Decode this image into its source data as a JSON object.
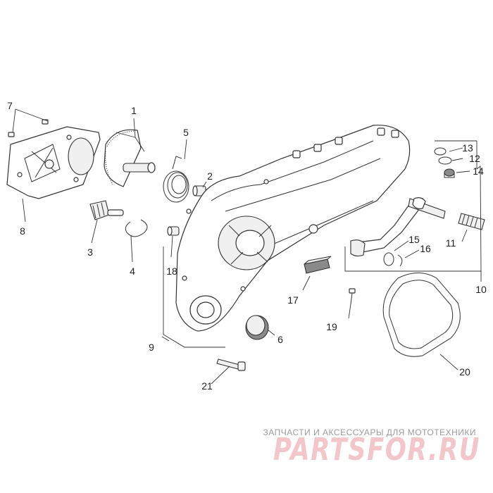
{
  "diagram": {
    "callouts": [
      {
        "id": "c1",
        "text": "1"
      },
      {
        "id": "c2",
        "text": "2"
      },
      {
        "id": "c3",
        "text": "3"
      },
      {
        "id": "c4",
        "text": "4"
      },
      {
        "id": "c5",
        "text": "5"
      },
      {
        "id": "c6",
        "text": "6"
      },
      {
        "id": "c7",
        "text": "7"
      },
      {
        "id": "c8",
        "text": "8"
      },
      {
        "id": "c9",
        "text": "9"
      },
      {
        "id": "c10",
        "text": "10"
      },
      {
        "id": "c11",
        "text": "11"
      },
      {
        "id": "c12",
        "text": "12"
      },
      {
        "id": "c13",
        "text": "13"
      },
      {
        "id": "c14",
        "text": "14"
      },
      {
        "id": "c15",
        "text": "15"
      },
      {
        "id": "c16",
        "text": "16"
      },
      {
        "id": "c17",
        "text": "17"
      },
      {
        "id": "c18",
        "text": "18"
      },
      {
        "id": "c19",
        "text": "19"
      },
      {
        "id": "c20",
        "text": "20"
      },
      {
        "id": "c21",
        "text": "21"
      }
    ]
  },
  "watermark": {
    "tagline": "ЗАПЧАСТИ И АКСЕССУАРЫ ДЛЯ МОТОТЕХНИКИ",
    "logo": "PARTSFOR.RU",
    "logo_color": "#f3c6cc"
  }
}
